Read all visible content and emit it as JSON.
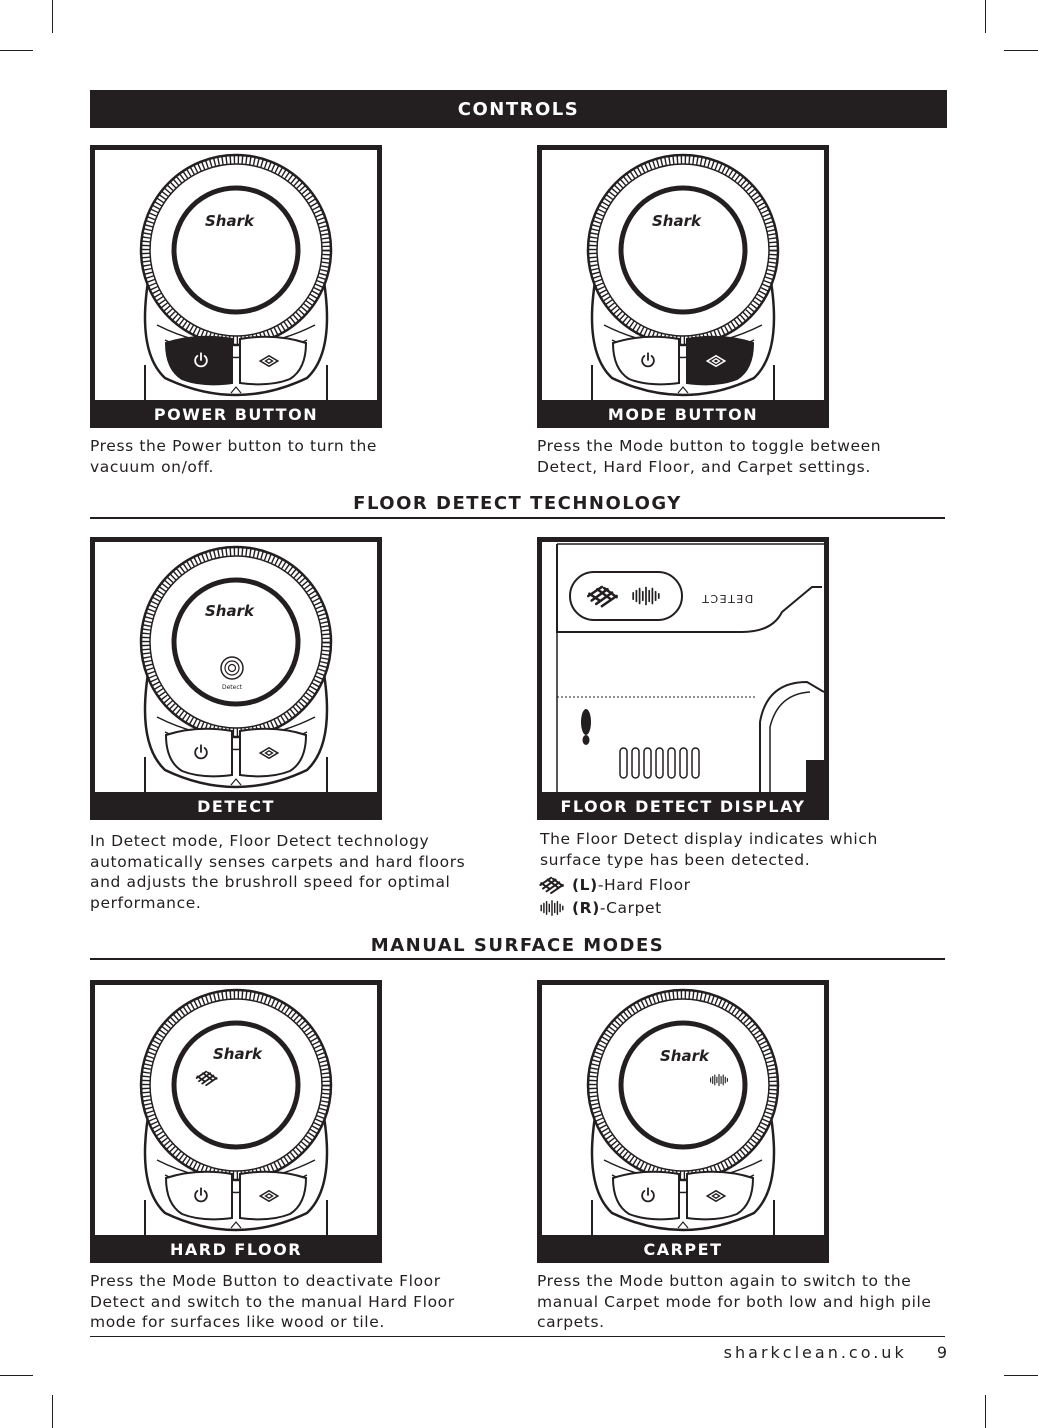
{
  "sections": {
    "controls": "CONTROLS",
    "floor_detect": "FLOOR DETECT TECHNOLOGY",
    "manual_modes": "MANUAL SURFACE MODES"
  },
  "panels": {
    "power": {
      "caption": "POWER BUTTON",
      "description": "Press the Power button to turn the vacuum on/off."
    },
    "mode": {
      "caption": "MODE BUTTON",
      "description": "Press the Mode button to toggle between Detect, Hard Floor, and Carpet settings."
    },
    "detect": {
      "caption": "DETECT",
      "description": "In Detect mode, Floor Detect technology automatically senses carpets and hard floors and adjusts the brushroll speed for optimal performance.",
      "indicator_label": "Detect"
    },
    "display": {
      "caption": "FLOOR DETECT DISPLAY",
      "description": "The Floor Detect display indicates which surface type has been detected.",
      "panel_text": "DETECT",
      "legend": [
        {
          "code": "(L)",
          "label": "-Hard Floor",
          "icon": "hard-floor-icon"
        },
        {
          "code": "(R)",
          "label": "-Carpet",
          "icon": "carpet-icon"
        }
      ]
    },
    "hard_floor": {
      "caption": "HARD FLOOR",
      "description": "Press the Mode Button to deactivate Floor Detect and switch to the manual Hard Floor mode for surfaces like wood or tile."
    },
    "carpet": {
      "caption": "CARPET",
      "description": "Press the Mode button again to switch to the manual Carpet mode for both low and high pile carpets."
    }
  },
  "brand": "Shark",
  "footer": {
    "site": "sharkclean.co.uk",
    "page": "9"
  }
}
